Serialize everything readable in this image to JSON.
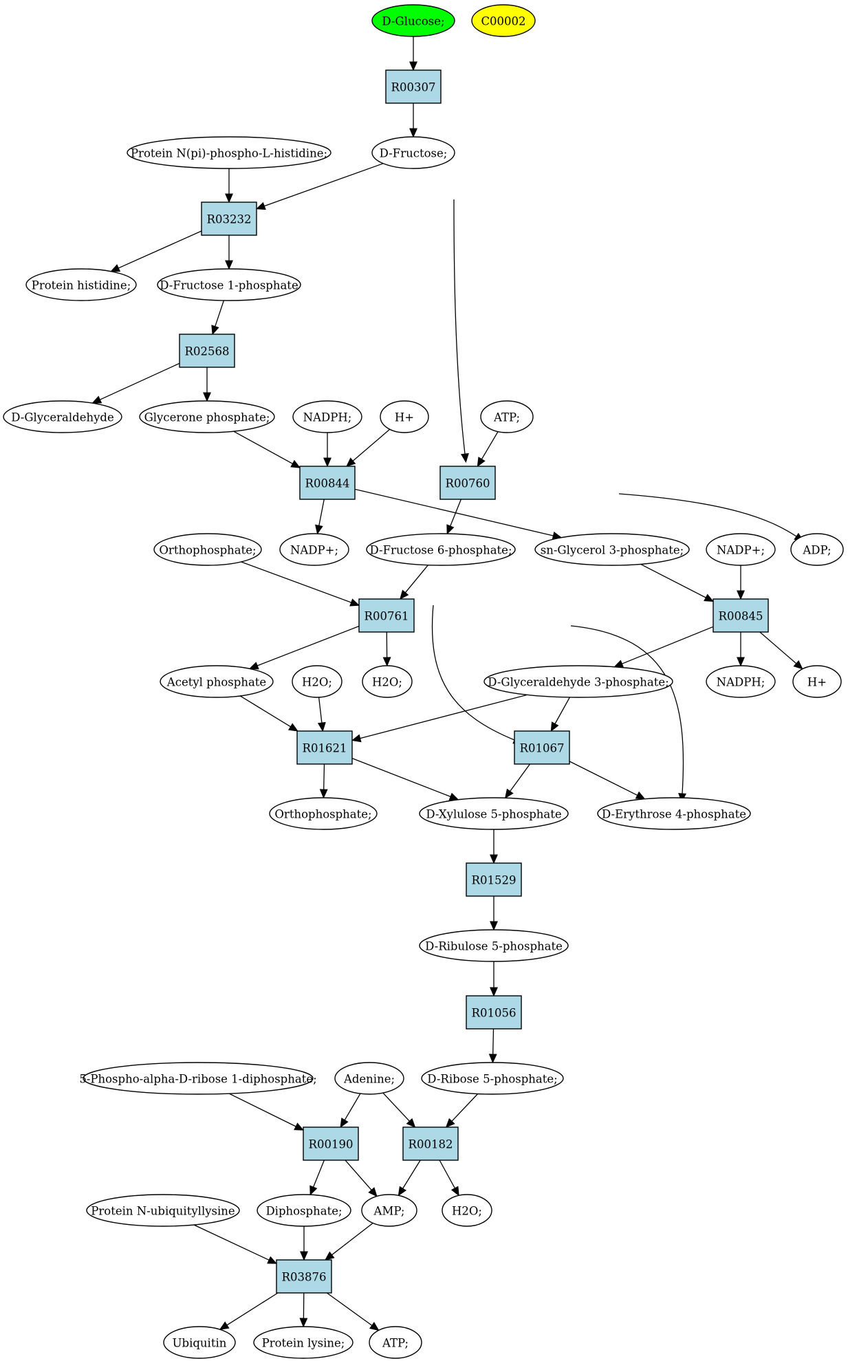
{
  "colors": {
    "reaction_fill": "#add8e6",
    "compound_fill": "#ffffff",
    "start_fill": "#00ff00",
    "highlight_fill": "#ffff00",
    "stroke": "#000000"
  },
  "nodes": [
    {
      "id": "d-glucose",
      "label": "D-Glucose;",
      "kind": "compound",
      "fill": "#00ff00"
    },
    {
      "id": "c00002",
      "label": "C00002",
      "kind": "compound",
      "fill": "#ffff00"
    },
    {
      "id": "r00307",
      "label": "R00307",
      "kind": "reaction"
    },
    {
      "id": "d-fructose",
      "label": "D-Fructose;",
      "kind": "compound"
    },
    {
      "id": "protein-nphospho",
      "label": "Protein N(pi)-phospho-L-histidine;",
      "kind": "compound"
    },
    {
      "id": "r03232",
      "label": "R03232",
      "kind": "reaction"
    },
    {
      "id": "protein-histidine",
      "label": "Protein histidine;",
      "kind": "compound"
    },
    {
      "id": "d-fructose-1p",
      "label": "D-Fructose 1-phosphate",
      "kind": "compound"
    },
    {
      "id": "r02568",
      "label": "R02568",
      "kind": "reaction"
    },
    {
      "id": "d-glyceraldehyde",
      "label": "D-Glyceraldehyde",
      "kind": "compound"
    },
    {
      "id": "glycerone-p",
      "label": "Glycerone phosphate;",
      "kind": "compound"
    },
    {
      "id": "nadph-1",
      "label": "NADPH;",
      "kind": "compound"
    },
    {
      "id": "hplus-1",
      "label": "H+",
      "kind": "compound"
    },
    {
      "id": "atp-1",
      "label": "ATP;",
      "kind": "compound"
    },
    {
      "id": "r00844",
      "label": "R00844",
      "kind": "reaction"
    },
    {
      "id": "r00760",
      "label": "R00760",
      "kind": "reaction"
    },
    {
      "id": "orthophosphate-1",
      "label": "Orthophosphate;",
      "kind": "compound"
    },
    {
      "id": "nadp-1",
      "label": "NADP+;",
      "kind": "compound"
    },
    {
      "id": "d-fructose-6p",
      "label": "D-Fructose 6-phosphate;",
      "kind": "compound"
    },
    {
      "id": "sn-glycerol-3p",
      "label": "sn-Glycerol 3-phosphate;",
      "kind": "compound"
    },
    {
      "id": "nadp-2",
      "label": "NADP+;",
      "kind": "compound"
    },
    {
      "id": "adp",
      "label": "ADP;",
      "kind": "compound"
    },
    {
      "id": "r00761",
      "label": "R00761",
      "kind": "reaction"
    },
    {
      "id": "r00845",
      "label": "R00845",
      "kind": "reaction"
    },
    {
      "id": "acetyl-p",
      "label": "Acetyl phosphate",
      "kind": "compound"
    },
    {
      "id": "h2o-1",
      "label": "H2O;",
      "kind": "compound"
    },
    {
      "id": "h2o-2",
      "label": "H2O;",
      "kind": "compound"
    },
    {
      "id": "d-glyceraldehyde-3p",
      "label": "D-Glyceraldehyde 3-phosphate;",
      "kind": "compound"
    },
    {
      "id": "nadph-2",
      "label": "NADPH;",
      "kind": "compound"
    },
    {
      "id": "hplus-2",
      "label": "H+",
      "kind": "compound"
    },
    {
      "id": "r01621",
      "label": "R01621",
      "kind": "reaction"
    },
    {
      "id": "r01067",
      "label": "R01067",
      "kind": "reaction"
    },
    {
      "id": "orthophosphate-2",
      "label": "Orthophosphate;",
      "kind": "compound"
    },
    {
      "id": "d-xylulose-5p",
      "label": "D-Xylulose 5-phosphate",
      "kind": "compound"
    },
    {
      "id": "d-erythrose-4p",
      "label": "D-Erythrose 4-phosphate",
      "kind": "compound"
    },
    {
      "id": "r01529",
      "label": "R01529",
      "kind": "reaction"
    },
    {
      "id": "d-ribulose-5p",
      "label": "D-Ribulose 5-phosphate",
      "kind": "compound"
    },
    {
      "id": "r01056",
      "label": "R01056",
      "kind": "reaction"
    },
    {
      "id": "prpp",
      "label": "5-Phospho-alpha-D-ribose 1-diphosphate;",
      "kind": "compound"
    },
    {
      "id": "adenine",
      "label": "Adenine;",
      "kind": "compound"
    },
    {
      "id": "d-ribose-5p",
      "label": "D-Ribose 5-phosphate;",
      "kind": "compound"
    },
    {
      "id": "r00190",
      "label": "R00190",
      "kind": "reaction"
    },
    {
      "id": "r00182",
      "label": "R00182",
      "kind": "reaction"
    },
    {
      "id": "protein-n-ubiq",
      "label": "Protein N-ubiquityllysine",
      "kind": "compound"
    },
    {
      "id": "diphosphate",
      "label": "Diphosphate;",
      "kind": "compound"
    },
    {
      "id": "amp",
      "label": "AMP;",
      "kind": "compound"
    },
    {
      "id": "h2o-3",
      "label": "H2O;",
      "kind": "compound"
    },
    {
      "id": "r03876",
      "label": "R03876",
      "kind": "reaction"
    },
    {
      "id": "ubiquitin",
      "label": "Ubiquitin",
      "kind": "compound"
    },
    {
      "id": "protein-lysine",
      "label": "Protein lysine;",
      "kind": "compound"
    },
    {
      "id": "atp-2",
      "label": "ATP;",
      "kind": "compound"
    }
  ],
  "edges": [
    {
      "from": "d-glucose",
      "to": "r00307"
    },
    {
      "from": "r00307",
      "to": "d-fructose"
    },
    {
      "from": "protein-nphospho",
      "to": "r03232"
    },
    {
      "from": "d-fructose",
      "to": "r03232"
    },
    {
      "from": "d-fructose",
      "to": "r00760"
    },
    {
      "from": "r03232",
      "to": "protein-histidine"
    },
    {
      "from": "r03232",
      "to": "d-fructose-1p"
    },
    {
      "from": "d-fructose-1p",
      "to": "r02568"
    },
    {
      "from": "r02568",
      "to": "d-glyceraldehyde"
    },
    {
      "from": "r02568",
      "to": "glycerone-p"
    },
    {
      "from": "glycerone-p",
      "to": "r00844"
    },
    {
      "from": "nadph-1",
      "to": "r00844"
    },
    {
      "from": "hplus-1",
      "to": "r00844"
    },
    {
      "from": "atp-1",
      "to": "r00760"
    },
    {
      "from": "r00844",
      "to": "nadp-1"
    },
    {
      "from": "r00844",
      "to": "sn-glycerol-3p"
    },
    {
      "from": "r00760",
      "to": "d-fructose-6p"
    },
    {
      "from": "r00760",
      "to": "adp"
    },
    {
      "from": "orthophosphate-1",
      "to": "r00761"
    },
    {
      "from": "d-fructose-6p",
      "to": "r00761"
    },
    {
      "from": "d-fructose-6p",
      "to": "r01067"
    },
    {
      "from": "sn-glycerol-3p",
      "to": "r00845"
    },
    {
      "from": "nadp-2",
      "to": "r00845"
    },
    {
      "from": "r00761",
      "to": "acetyl-p"
    },
    {
      "from": "r00761",
      "to": "h2o-2"
    },
    {
      "from": "r00761",
      "to": "d-erythrose-4p"
    },
    {
      "from": "r00845",
      "to": "d-glyceraldehyde-3p"
    },
    {
      "from": "r00845",
      "to": "nadph-2"
    },
    {
      "from": "r00845",
      "to": "hplus-2"
    },
    {
      "from": "acetyl-p",
      "to": "r01621"
    },
    {
      "from": "h2o-1",
      "to": "r01621"
    },
    {
      "from": "d-glyceraldehyde-3p",
      "to": "r01621"
    },
    {
      "from": "d-glyceraldehyde-3p",
      "to": "r01067"
    },
    {
      "from": "r01621",
      "to": "orthophosphate-2"
    },
    {
      "from": "r01621",
      "to": "d-xylulose-5p"
    },
    {
      "from": "r01067",
      "to": "d-xylulose-5p"
    },
    {
      "from": "r01067",
      "to": "d-erythrose-4p"
    },
    {
      "from": "d-xylulose-5p",
      "to": "r01529"
    },
    {
      "from": "r01529",
      "to": "d-ribulose-5p"
    },
    {
      "from": "d-ribulose-5p",
      "to": "r01056"
    },
    {
      "from": "r01056",
      "to": "d-ribose-5p"
    },
    {
      "from": "prpp",
      "to": "r00190"
    },
    {
      "from": "adenine",
      "to": "r00190"
    },
    {
      "from": "adenine",
      "to": "r00182"
    },
    {
      "from": "d-ribose-5p",
      "to": "r00182"
    },
    {
      "from": "r00190",
      "to": "diphosphate"
    },
    {
      "from": "r00190",
      "to": "amp"
    },
    {
      "from": "r00182",
      "to": "amp"
    },
    {
      "from": "r00182",
      "to": "h2o-3"
    },
    {
      "from": "protein-n-ubiq",
      "to": "r03876"
    },
    {
      "from": "diphosphate",
      "to": "r03876"
    },
    {
      "from": "amp",
      "to": "r03876"
    },
    {
      "from": "r03876",
      "to": "ubiquitin"
    },
    {
      "from": "r03876",
      "to": "protein-lysine"
    },
    {
      "from": "r03876",
      "to": "atp-2"
    }
  ]
}
